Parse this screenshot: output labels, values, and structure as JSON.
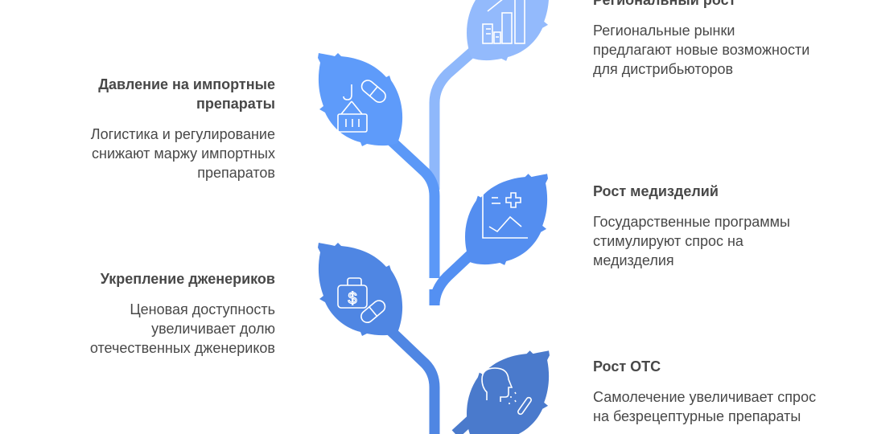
{
  "diagram": {
    "type": "growth-tree",
    "stem_colors": [
      "#8fb8fb",
      "#5b98f7",
      "#4f8beb",
      "#4a7fd8"
    ],
    "items": [
      {
        "side": "right",
        "title": "Региональный рост",
        "description": "Региональные рынки предлагают новые возможности для дистрибьюторов",
        "lines": [
          "Региональные рынки",
          "предлагают новые возможности",
          "для дистрибьюторов"
        ],
        "icon": "bar-chart-growth-icon",
        "color": "#93bafc"
      },
      {
        "side": "left",
        "title": "Давление на импортные препараты",
        "title_lines": [
          "Давление на импортные",
          "препараты"
        ],
        "description": "Логистика и регулирование снижают маржу импортных препаратов",
        "lines": [
          "Логистика и регулирование",
          "снижают маржу импортных",
          "препаратов"
        ],
        "icon": "crane-container-pill-icon",
        "color": "#5e9bfa"
      },
      {
        "side": "right",
        "title": "Рост медизделий",
        "description": "Государственные программы стимулируют спрос на медизделия",
        "lines": [
          "Государственные программы",
          "стимулируют спрос на",
          "медизделия"
        ],
        "icon": "medical-chart-cross-icon",
        "color": "#548ef0"
      },
      {
        "side": "left",
        "title": "Укрепление дженериков",
        "description": "Ценовая доступность увеличивает долю отечественных дженериков",
        "lines": [
          "Ценовая доступность",
          "увеличивает долю",
          "отечественных дженериков"
        ],
        "icon": "money-case-pill-icon",
        "color": "#4f86e3"
      },
      {
        "side": "right",
        "title": "Рост OTC",
        "description": "Самолечение увеличивает спрос на безрецептурные препараты",
        "lines": [
          "Самолечение увеличивает спрос",
          "на безрецептурные препараты"
        ],
        "icon": "person-spray-icon",
        "color": "#4a7acc"
      }
    ]
  }
}
